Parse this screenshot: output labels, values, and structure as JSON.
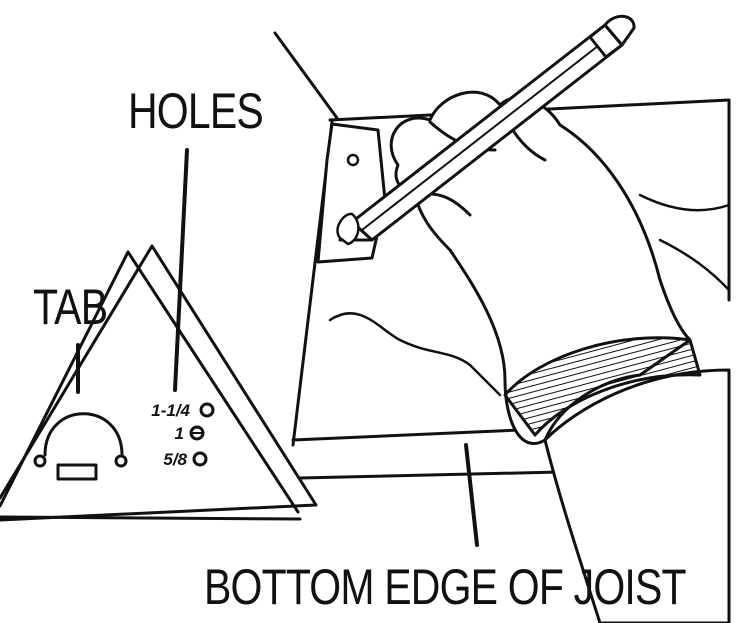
{
  "labels": {
    "holes": "HOLES",
    "tab": "TAB",
    "bottom_edge": "BOTTOM EDGE OF JOIST"
  },
  "hole_sizes": [
    "1-1/4",
    "1",
    "5/8"
  ],
  "colors": {
    "ink": "#111111",
    "paper": "#ffffff"
  }
}
